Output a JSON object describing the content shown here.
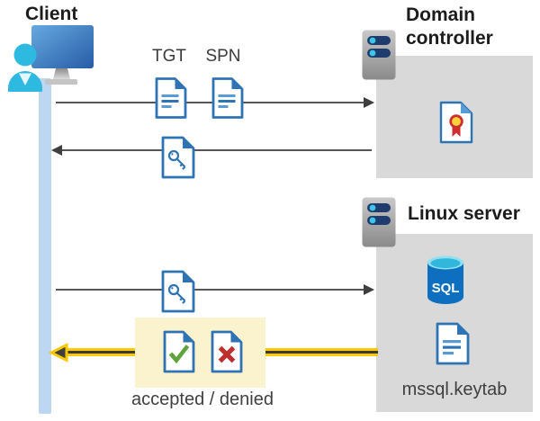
{
  "client": {
    "label": "Client",
    "icon": "client-workstation-icon",
    "timeline": "client-timeline-bar"
  },
  "domain_controller": {
    "label": "Domain controller",
    "icon": "server-icon",
    "contents": [
      "certificate-document-icon"
    ]
  },
  "linux_server": {
    "label": "Linux server",
    "icon": "server-icon",
    "database_label": "SQL",
    "keytab_label": "mssql.keytab",
    "contents": [
      "sql-database-icon",
      "keytab-document-icon"
    ]
  },
  "messages": {
    "tgt_label": "TGT",
    "spn_label": "SPN",
    "result_caption": "accepted / denied",
    "flows": [
      {
        "name": "request-tgt-spn",
        "direction": "right",
        "documents": [
          "tgt-document-icon",
          "spn-document-icon"
        ]
      },
      {
        "name": "ticket-response",
        "direction": "left",
        "documents": [
          "key-document-icon"
        ]
      },
      {
        "name": "present-ticket",
        "direction": "right",
        "documents": [
          "key-document-icon"
        ]
      },
      {
        "name": "auth-result",
        "direction": "left",
        "highlighted": true,
        "documents": [
          "accepted-document-icon",
          "denied-document-icon"
        ]
      }
    ]
  },
  "colors": {
    "accent_blue": "#2e74b5",
    "light_blue": "#5b9bd5",
    "client_cyan": "#2eb9e0",
    "timeline_blue": "#bdd7f2",
    "box_gray": "#d9d9d9",
    "server_navy": "#1e3c6e",
    "arrow_gray": "#3f3f3f",
    "highlight_yellow_fill": "#faf3cd",
    "arrow_yellow": "#ffc800",
    "accepted_green": "#5fa33c",
    "denied_red": "#be3030",
    "cert_gold": "#ffd13b",
    "cert_red": "#cf2e2e",
    "sql_blue": "#0e6fc0",
    "sql_cyan": "#31b6dc"
  }
}
